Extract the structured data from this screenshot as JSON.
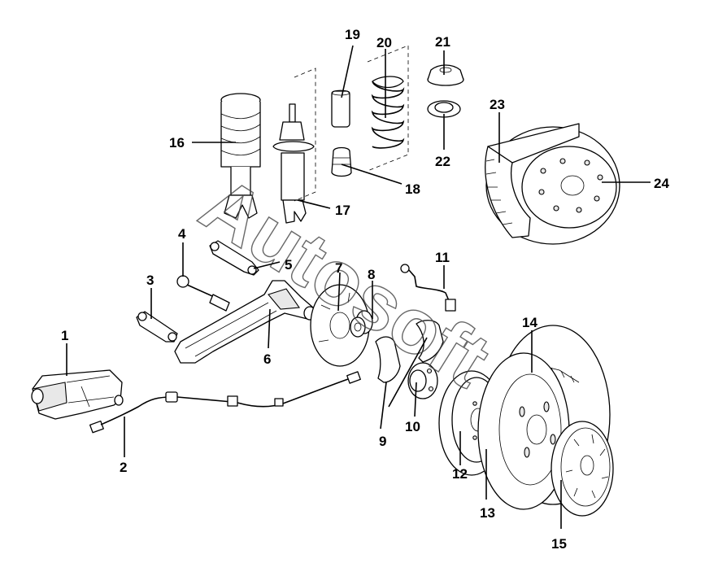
{
  "watermark": "Autosoft",
  "callouts": [
    {
      "id": "1",
      "text": "1"
    },
    {
      "id": "2",
      "text": "2"
    },
    {
      "id": "3",
      "text": "3"
    },
    {
      "id": "4",
      "text": "4"
    },
    {
      "id": "5",
      "text": "5"
    },
    {
      "id": "6",
      "text": "6"
    },
    {
      "id": "7",
      "text": "7"
    },
    {
      "id": "8",
      "text": "8"
    },
    {
      "id": "9",
      "text": "9"
    },
    {
      "id": "10",
      "text": "10"
    },
    {
      "id": "11",
      "text": "11"
    },
    {
      "id": "12",
      "text": "12"
    },
    {
      "id": "13",
      "text": "13"
    },
    {
      "id": "14",
      "text": "14"
    },
    {
      "id": "15",
      "text": "15"
    },
    {
      "id": "16",
      "text": "16"
    },
    {
      "id": "17",
      "text": "17"
    },
    {
      "id": "18",
      "text": "18"
    },
    {
      "id": "19",
      "text": "19"
    },
    {
      "id": "20",
      "text": "20"
    },
    {
      "id": "21",
      "text": "21"
    },
    {
      "id": "22",
      "text": "22"
    },
    {
      "id": "23",
      "text": "23"
    },
    {
      "id": "24",
      "text": "24"
    }
  ]
}
